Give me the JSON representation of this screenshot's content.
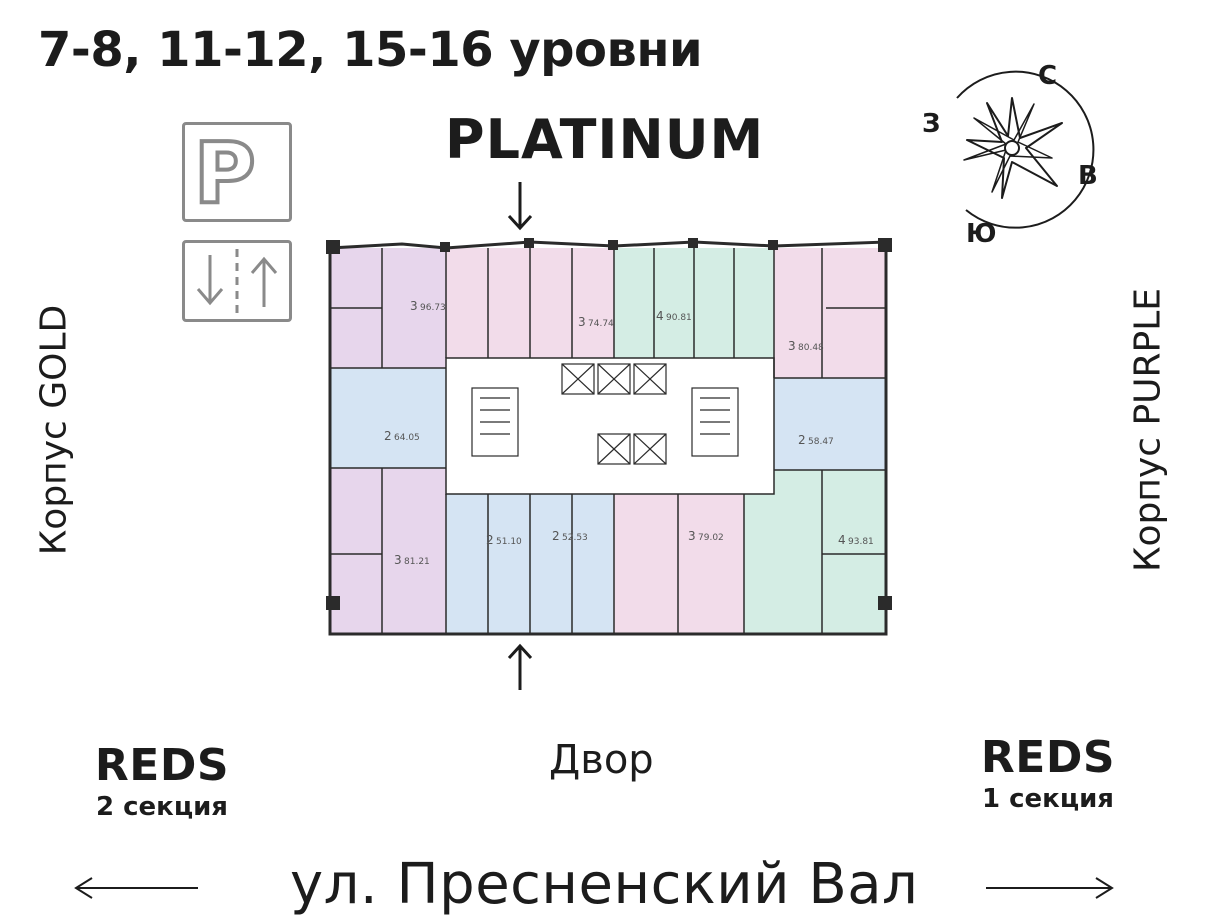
{
  "title": "7-8, 11-12, 15-16 уровни",
  "building_top": "PLATINUM",
  "side_left": "Корпус GOLD",
  "side_right": "Корпус PURPLE",
  "reds_left": {
    "name": "REDS",
    "section": "2 секция"
  },
  "reds_right": {
    "name": "REDS",
    "section": "1 секция"
  },
  "yard": "Двор",
  "street": "ул. Пресненский Вал",
  "compass": {
    "north": "С",
    "east": "В",
    "south": "Ю",
    "west": "З"
  },
  "parking_letter": "P",
  "colors": {
    "purple_zone": "#e7d6ec",
    "pink_zone": "#f2dcea",
    "blue_zone": "#d5e4f3",
    "green_zone": "#d4ede4",
    "core": "#ffffff",
    "wall": "#2b2b2b",
    "icon_gray": "#8a8a8a"
  },
  "apartments": [
    {
      "rooms": "3",
      "area": "96.73"
    },
    {
      "rooms": "3",
      "area": "74.74"
    },
    {
      "rooms": "4",
      "area": "90.81"
    },
    {
      "rooms": "3",
      "area": "80.48"
    },
    {
      "rooms": "2",
      "area": "64.05"
    },
    {
      "rooms": "2",
      "area": "58.47"
    },
    {
      "rooms": "3",
      "area": "81.21"
    },
    {
      "rooms": "2",
      "area": "51.10"
    },
    {
      "rooms": "2",
      "area": "52.53"
    },
    {
      "rooms": "3",
      "area": "79.02"
    },
    {
      "rooms": "4",
      "area": "93.81"
    }
  ]
}
